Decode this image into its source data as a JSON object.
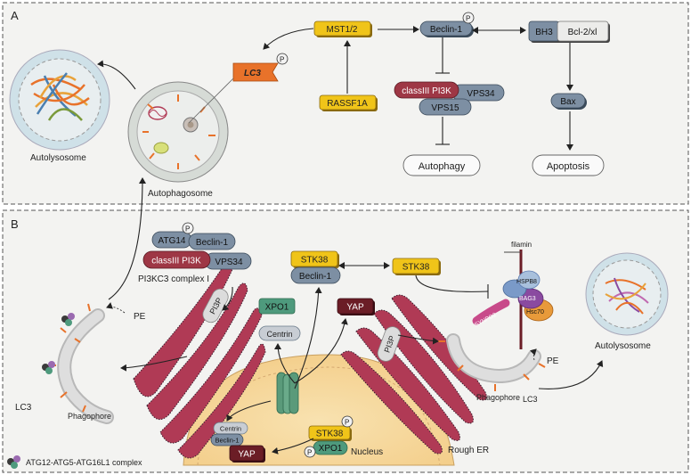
{
  "panels": {
    "a": {
      "letter": "A"
    },
    "b": {
      "letter": "B"
    }
  },
  "labels": {
    "mst": "MST1/2",
    "beclin": "Beclin-1",
    "bh3": "BH3",
    "bcl": "Bcl-2/xl",
    "lc3": "LC3",
    "rassf": "RASSF1A",
    "pi3k": "classIII PI3K",
    "vps34": "VPS34",
    "vps15": "VPS15",
    "bax": "Bax",
    "autophagy": "Autophagy",
    "apoptosis": "Apoptosis",
    "autolysosome": "Autolysosome",
    "autophagosome": "Autophagosome",
    "p": "P",
    "atg14": "ATG14",
    "complex1": "PI3KC3 complex I",
    "stk38": "STK38",
    "xpo1": "XPO1",
    "yap": "YAP",
    "centrin": "Centrin",
    "pe": "PE",
    "pi3p": "PI3P",
    "phagophore": "Phagophore",
    "nucleus": "Nucleus",
    "rough_er": "Rough ER",
    "atg_complex": "ATG12-ATG5-ATG16L1 complex",
    "filamin": "filamin",
    "hspb8": "HSPB8",
    "bag3": "BAG3",
    "synpo2": "SYNPO2",
    "hsc70": "Hsc70"
  },
  "colors": {
    "yellow": "#f0c419",
    "red": "#9e3745",
    "orange": "#e8722a",
    "slate": "#7d8fa3",
    "green": "#4e9a7d",
    "maroon": "#6b1d26",
    "er": "#b03a55"
  }
}
